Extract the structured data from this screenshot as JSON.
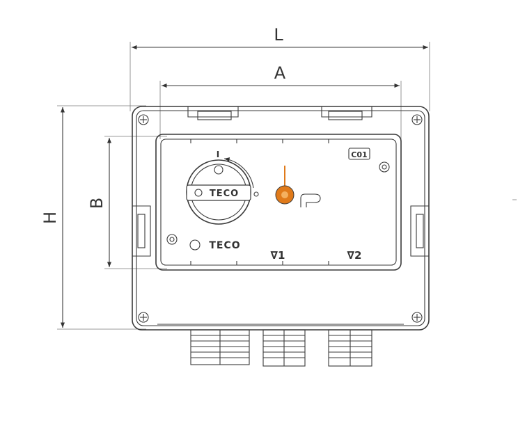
{
  "dimensions": {
    "L": "L",
    "A": "A",
    "H": "H",
    "B": "B"
  },
  "labels": {
    "cover_tag": "C01",
    "brand_knob": "TECO",
    "brand_panel": "TECO",
    "switch_mark": "I",
    "valve_1": "∇1",
    "valve_2": "∇2"
  },
  "colors": {
    "indicator": "#e07a1a",
    "line": "#3a3a3a"
  }
}
